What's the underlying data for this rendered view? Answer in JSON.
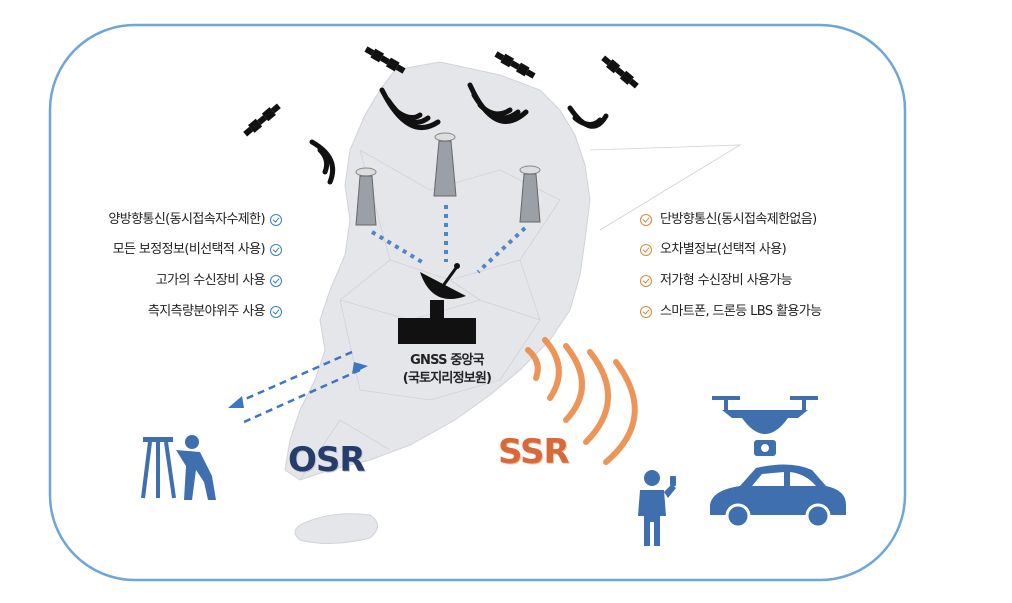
{
  "diagram": {
    "station": {
      "name": "GNSS 중앙국",
      "org": "(국토지리정보원)"
    },
    "osr": {
      "label": "OSR",
      "features": [
        "양방향통신(동시접속자수제한)",
        "모든 보정정보(비선택적 사용)",
        "고가의 수신장비 사용",
        "측지측량분야위주 사용"
      ]
    },
    "ssr": {
      "label": "SSR",
      "features": [
        "단방향통신(동시접속제한없음)",
        "오차별정보(선택적 사용)",
        "저가형 수신장비 사용가능",
        "스마트폰, 드론등 LBS 활용가능"
      ]
    },
    "colors": {
      "frame": "#6fa6d8",
      "osr": "#283c6a",
      "ssr": "#d9683a",
      "icon_blue": "#3f6fae",
      "map": "#e4e6ea"
    }
  }
}
